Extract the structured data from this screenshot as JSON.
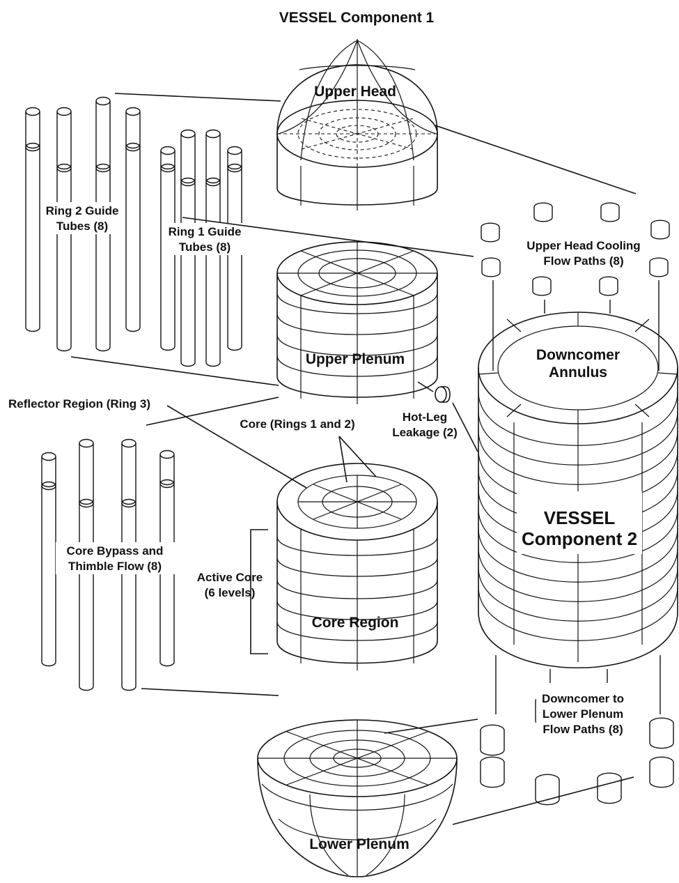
{
  "title": "VESSEL Component 1",
  "labels": {
    "upper_head": "Upper Head",
    "ring2_guide_tubes": [
      "Ring 2 Guide",
      "Tubes (8)"
    ],
    "ring1_guide_tubes": [
      "Ring 1 Guide",
      "Tubes (8)"
    ],
    "upper_head_cooling": [
      "Upper Head Cooling",
      "Flow Paths (8)"
    ],
    "upper_plenum": "Upper Plenum",
    "downcomer_annulus": [
      "Downcomer",
      "Annulus"
    ],
    "reflector_region": "Reflector Region (Ring 3)",
    "core_rings": "Core (Rings 1 and 2)",
    "hot_leg_leakage": [
      "Hot-Leg",
      "Leakage (2)"
    ],
    "vessel_component_2": [
      "VESSEL",
      "Component 2"
    ],
    "core_bypass": [
      "Core Bypass and",
      "Thimble Flow (8)"
    ],
    "active_core": [
      "Active Core",
      "(6 levels)"
    ],
    "core_region": "Core Region",
    "downcomer_to_lower": [
      "Downcomer to",
      "Lower Plenum",
      "Flow Paths (8)"
    ],
    "lower_plenum": "Lower Plenum"
  },
  "colors": {
    "ink": "#111111",
    "reflector_shade": "#c8c8c8",
    "background": "#ffffff"
  }
}
